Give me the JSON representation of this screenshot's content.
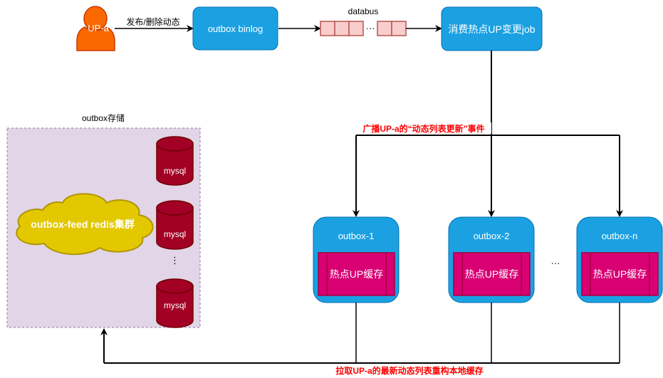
{
  "diagram": {
    "actor": {
      "label": "UP-a",
      "color": "#fa6800"
    },
    "edge_publish_label": "发布/删除动态",
    "binlog": {
      "label": "outbox binlog"
    },
    "databus": {
      "label": "databus",
      "ellipsis": "···"
    },
    "job": {
      "label": "消费热点UP变更job"
    },
    "broadcast_label": "广播UP-a的“动态列表更新”事件",
    "pull_label": "拉取UP-a的最新动态列表重构本地缓存",
    "storage": {
      "title": "outbox存储",
      "redis_label": "outbox-feed redis集群",
      "mysql": [
        "mysql",
        "mysql",
        "mysql"
      ],
      "vertical_ellipsis": "⋮"
    },
    "outboxes": [
      {
        "title": "outbox-1",
        "cache_label": "热点UP缓存"
      },
      {
        "title": "outbox-2",
        "cache_label": "热点UP缓存"
      },
      {
        "title": "outbox-n",
        "cache_label": "热点UP缓存"
      }
    ],
    "outbox_ellipsis": "···",
    "colors": {
      "service_blue": "#1ba1e2",
      "service_stroke": "#006eaf",
      "queue_fill": "#f8cecc",
      "queue_stroke": "#b85450",
      "cache_fill": "#d80073",
      "cache_stroke": "#a50040",
      "db_fill": "#a20025",
      "db_stroke": "#6f0000",
      "cloud_fill": "#e3c800",
      "cloud_stroke": "#b09500",
      "storage_fill": "#e1d5e7",
      "storage_stroke": "#9673a6",
      "label_red": "#ff0000"
    }
  }
}
